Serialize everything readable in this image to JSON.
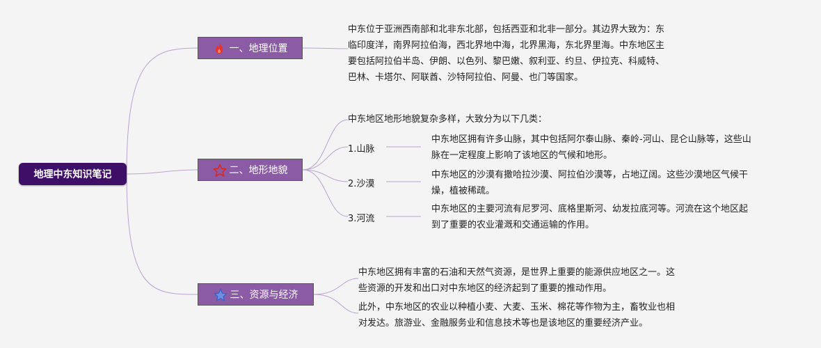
{
  "root": {
    "label": "地理中东知识笔记"
  },
  "branches": [
    {
      "label": "一、地理位置",
      "icon": "fire-icon",
      "text_lines": [
        "中东位于亚洲西南部和北非东北部，包括西亚和北非一部分。其边界大致为：东",
        "临印度洋，南界阿拉伯海，西北界地中海，北界黑海，东北界里海。中东地区主",
        "要包括阿拉伯半岛、伊朗、以色列、黎巴嫩、叙利亚、约旦、伊拉克、科威特、",
        "巴林、卡塔尔、阿联酋、沙特阿拉伯、阿曼、也门等国家。"
      ]
    },
    {
      "label": "二、地形地貌",
      "icon": "star-outline-icon",
      "intro": "中东地区地形地貌复杂多样，大致分为以下几类：",
      "items": [
        {
          "label": "1.山脉",
          "text_lines": [
            "中东地区拥有许多山脉，其中包括阿尔泰山脉、秦岭-河山、昆仑山脉等，这些山",
            "脉在一定程度上影响了该地区的气候和地形。"
          ]
        },
        {
          "label": "2.沙漠",
          "text_lines": [
            "中东地区的沙漠有撒哈拉沙漠、阿拉伯沙漠等，占地辽阔。这些沙漠地区气候干",
            "燥，植被稀疏。"
          ]
        },
        {
          "label": "3.河流",
          "text_lines": [
            "中东地区的主要河流有尼罗河、底格里斯河、幼发拉底河等。河流在这个地区起",
            "到了重要的农业灌溉和交通运输的作用。"
          ]
        }
      ]
    },
    {
      "label": "三、资源与经济",
      "icon": "star-blue-icon",
      "paragraphs": [
        {
          "lines": [
            "中东地区拥有丰富的石油和天然气资源，是世界上重要的能源供应地区之一。这",
            "些资源的开发和出口对中东地区的经济起到了重要的推动作用。"
          ]
        },
        {
          "lines": [
            "此外，中东地区的农业以种植小麦、大麦、玉米、棉花等作物为主，畜牧业也相",
            "对发达。旅游业、金融服务业和信息技术等也是该地区的重要经济产业。"
          ]
        }
      ]
    }
  ],
  "colors": {
    "root_bg": "#3f0e66",
    "branch_bg": "#8b5ba6",
    "line": "#b9a3cf",
    "fire": "#e8332c",
    "star_outline": "#d42a2a",
    "star_blue": "#3a63c7"
  }
}
